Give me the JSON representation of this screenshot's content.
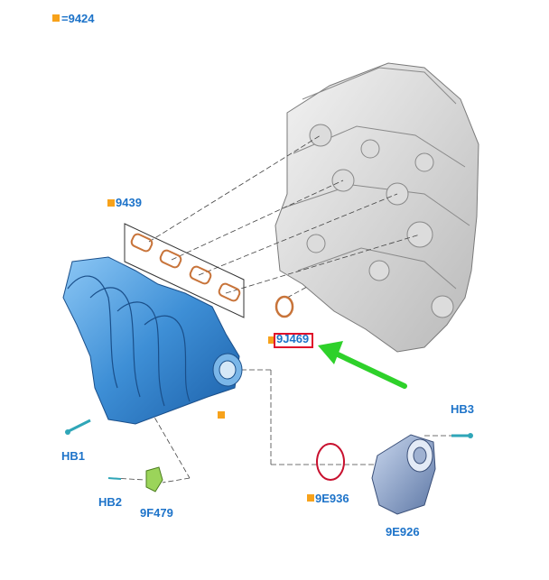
{
  "header": {
    "label": "=9424"
  },
  "parts": {
    "gasket_set": "9439",
    "oring": "9J469",
    "bolt_left": "HB1",
    "bolt_small": "HB2",
    "bracket": "9F479",
    "throttle_seal": "9E936",
    "throttle_body": "9E926",
    "bolt_right": "HB3"
  },
  "colors": {
    "label": "#1d73c9",
    "marker": "#f7a21b",
    "manifold": "#3e8fd6",
    "arrow": "#2ed12a",
    "highlight": "#e0102a",
    "gasket": "#c8743a"
  },
  "icons": {
    "marker": "orange-square-icon",
    "arrow": "green-arrow-icon"
  }
}
